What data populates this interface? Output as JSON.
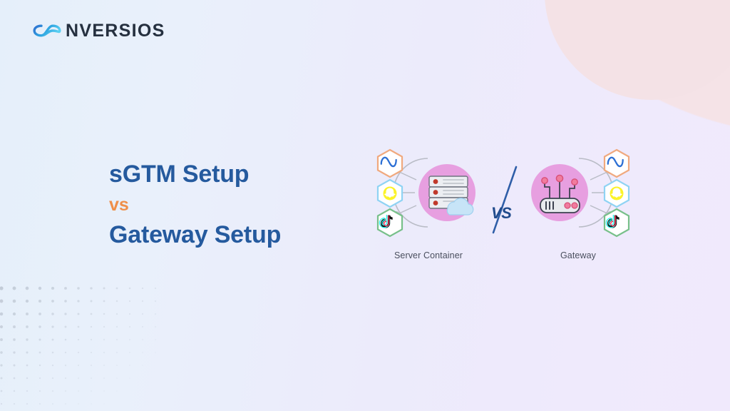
{
  "brand": {
    "logo_mark": "infinity-icon",
    "wordmark": "NVERSIOS",
    "wordmark_full": "CONVERSIOS",
    "wordmark_color": "#25303f",
    "mark_color_start": "#2f6fd0",
    "mark_color_end": "#46c3ef"
  },
  "headline": {
    "line1": "sGTM Setup",
    "vs": "vs",
    "line2": "Gateway Setup",
    "title_color": "#255a9e",
    "vs_color": "#ef8f4a"
  },
  "illustration": {
    "divider_label": "VS",
    "divider_color": "#214b8c",
    "left": {
      "label": "Server Container",
      "icon": "server-rack-cloud-icon",
      "circle_color": "#e79fe0",
      "platforms": [
        {
          "name": "meta-logo-icon",
          "label": "Meta",
          "hex_color": "#f0a97e"
        },
        {
          "name": "snapchat-logo-icon",
          "label": "Snapchat",
          "hex_color": "#8fd3f4"
        },
        {
          "name": "tiktok-logo-icon",
          "label": "TikTok",
          "hex_color": "#78c08a"
        }
      ]
    },
    "right": {
      "label": "Gateway",
      "icon": "gateway-router-icon",
      "circle_color": "#e79fe0",
      "platforms": [
        {
          "name": "meta-logo-icon",
          "label": "Meta",
          "hex_color": "#f0a97e"
        },
        {
          "name": "snapchat-logo-icon",
          "label": "Snapchat",
          "hex_color": "#8fd3f4"
        },
        {
          "name": "tiktok-logo-icon",
          "label": "TikTok",
          "hex_color": "#78c08a"
        }
      ]
    }
  },
  "background": {
    "gradient_start": "#e5effa",
    "gradient_end": "#f0e9fc",
    "blob_color": "#f4e2e6",
    "dot_color": "#c3ccd8"
  }
}
